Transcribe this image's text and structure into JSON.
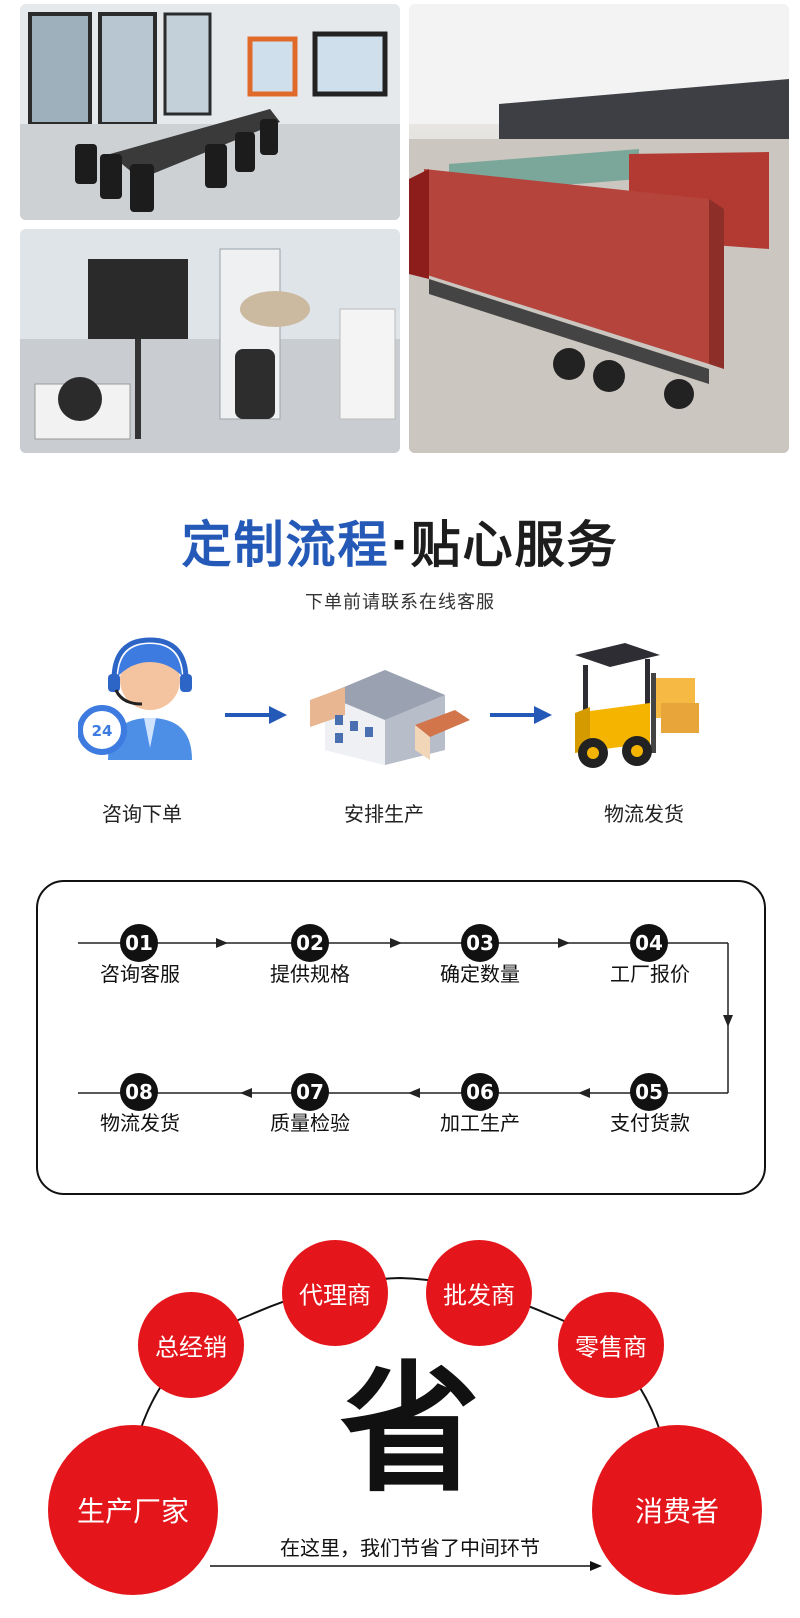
{
  "photos": [
    {
      "name": "conference-room-photo"
    },
    {
      "name": "workshop-equipment-photo"
    },
    {
      "name": "container-truck-photo"
    }
  ],
  "title": {
    "part1": "定制流程",
    "separator": "·",
    "part2": "贴心服务"
  },
  "subtitle": "下单前请联系在线客服",
  "steps": [
    {
      "label": "咨询下单",
      "icon": "customer-service-icon"
    },
    {
      "label": "安排生产",
      "icon": "factory-icon"
    },
    {
      "label": "物流发货",
      "icon": "forklift-icon"
    }
  ],
  "process": [
    {
      "num": "01",
      "label": "咨询客服"
    },
    {
      "num": "02",
      "label": "提供规格"
    },
    {
      "num": "03",
      "label": "确定数量"
    },
    {
      "num": "04",
      "label": "工厂报价"
    },
    {
      "num": "05",
      "label": "支付货款"
    },
    {
      "num": "06",
      "label": "加工生产"
    },
    {
      "num": "07",
      "label": "质量检验"
    },
    {
      "num": "08",
      "label": "物流发货"
    }
  ],
  "chain": {
    "producer": "生产厂家",
    "distributor": "总经销",
    "agent": "代理商",
    "wholesaler": "批发商",
    "retailer": "零售商",
    "consumer": "消费者",
    "center_char": "省",
    "caption": "在这里，我们节省了中间环节"
  },
  "colors": {
    "accent_blue": "#2459b8",
    "red": "#e4161b",
    "dark": "#111111"
  }
}
